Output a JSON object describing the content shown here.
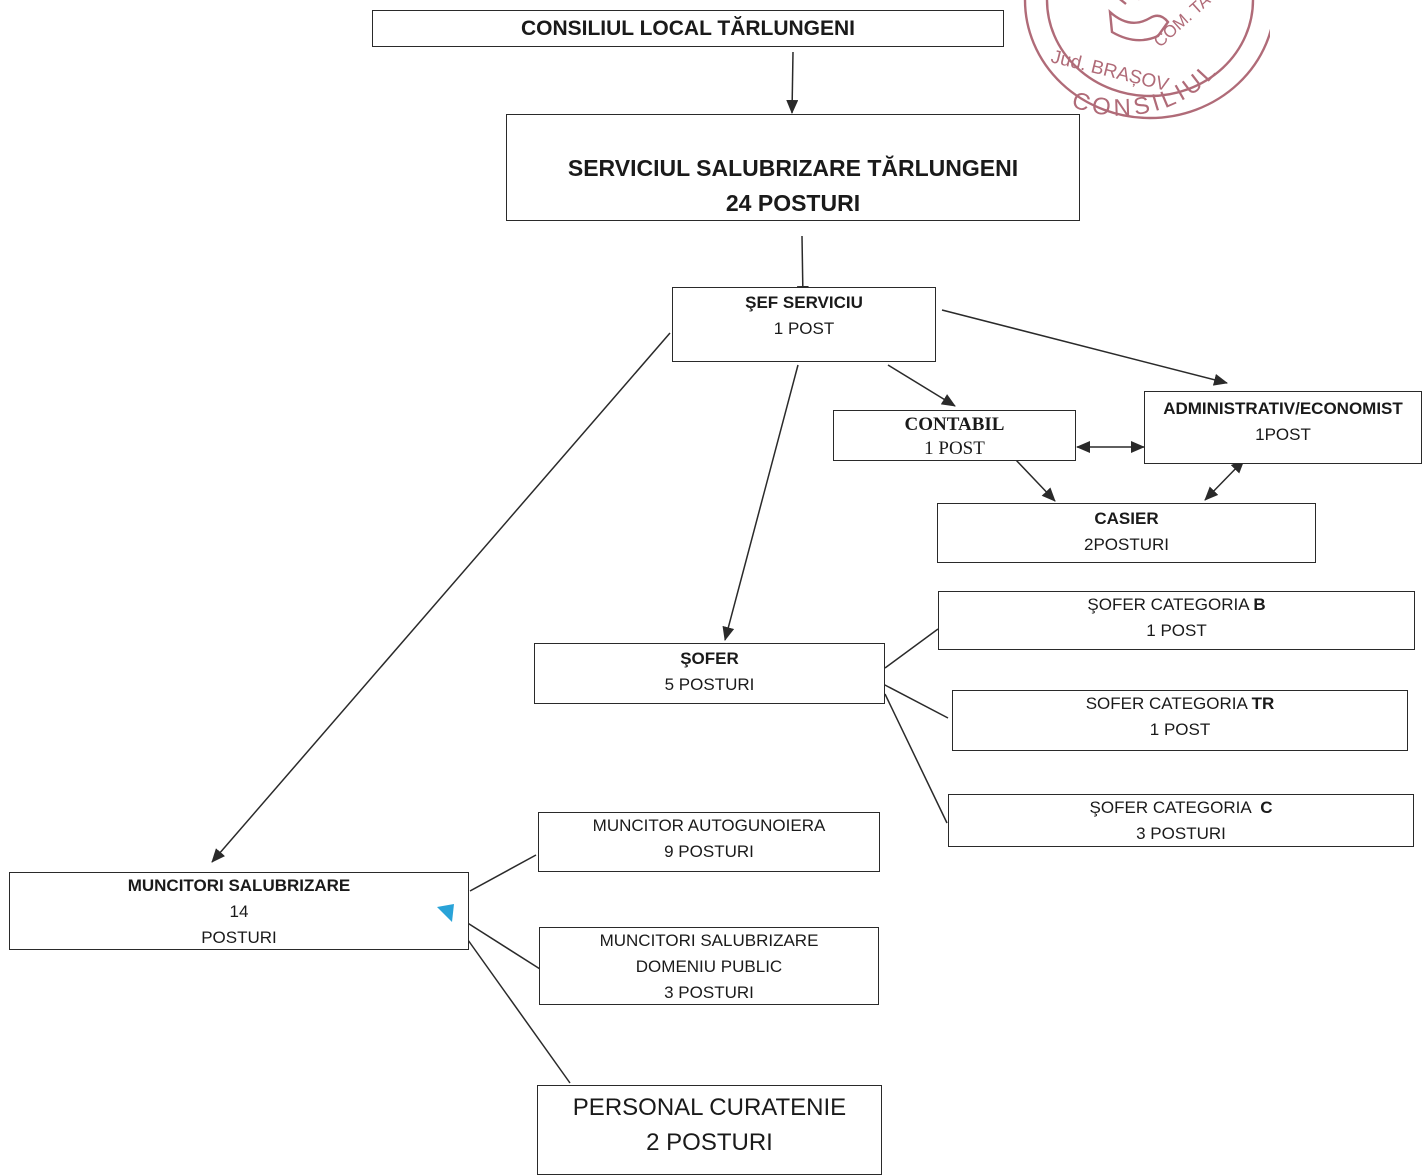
{
  "stamp": {
    "text_bottom": "CONSILIUL",
    "text_county": "Jud. BRAȘOV",
    "text_com": "COM. TA",
    "text_local": "LO",
    "color": "#b06b78"
  },
  "nodes": {
    "consiliu": {
      "line1": "CONSILIUL LOCAL TĂRLUNGENI"
    },
    "serviciu": {
      "line1": "SERVICIUL SALUBRIZARE TĂRLUNGENI",
      "line2": "24 POSTURI"
    },
    "sef": {
      "line1": "ŞEF SERVICIU",
      "line2": "1 POST"
    },
    "contabil": {
      "line1": "CONTABIL",
      "line2": "1 POST"
    },
    "administrativ": {
      "line1": "ADMINISTRATIV/ECONOMIST",
      "line2": "1POST"
    },
    "casier": {
      "line1": "CASIER",
      "line2": "2POSTURI"
    },
    "sofer": {
      "line1": "ŞOFER",
      "line2": "5 POSTURI"
    },
    "sofer_b": {
      "line1_prefix": "ŞOFER CATEGORIA ",
      "line1_code": "B",
      "line2": "1 POST"
    },
    "sofer_tr": {
      "line1_prefix": "SOFER CATEGORIA ",
      "line1_code": "TR",
      "line2": "1 POST"
    },
    "sofer_c": {
      "line1_prefix": "ŞOFER CATEGORIA  ",
      "line1_code": "C",
      "line2": "3 POSTURI"
    },
    "muncitori": {
      "line1": "MUNCITORI SALUBRIZARE",
      "line2": "14",
      "line3": "POSTURI"
    },
    "autogunoiera": {
      "line1": "MUNCITOR AUTOGUNOIERA",
      "line2": "9 POSTURI"
    },
    "domeniu": {
      "line1": "MUNCITORI SALUBRIZARE",
      "line2": "DOMENIU PUBLIC",
      "line3": "3 POSTURI"
    },
    "curatenie": {
      "line1": "PERSONAL CURATENIE",
      "line2": "2 POSTURI"
    }
  },
  "colors": {
    "line": "#2a2a2a",
    "marker": "#29a3d8"
  }
}
